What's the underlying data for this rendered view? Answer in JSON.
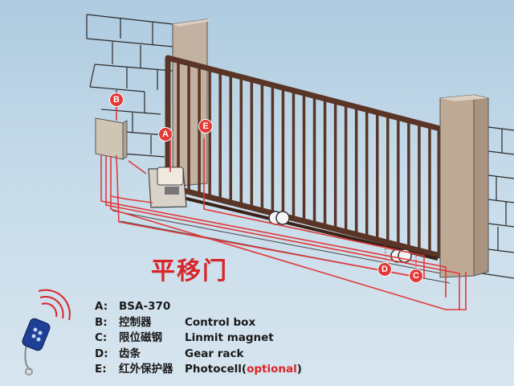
{
  "title": "平移门",
  "callouts": {
    "a": "A",
    "b": "B",
    "c": "C",
    "d": "D",
    "e": "E"
  },
  "legend": [
    {
      "key": "A:",
      "cn": "BSA-370",
      "en": ""
    },
    {
      "key": "B:",
      "cn": "控制器",
      "en": "Control  box"
    },
    {
      "key": "C:",
      "cn": "限位磁钢",
      "en": "Linmit  magnet"
    },
    {
      "key": "D:",
      "cn": "齿条",
      "en": "Gear  rack"
    },
    {
      "key": "E:",
      "cn": "红外保护器",
      "en": "Photocell(",
      "en_optional": "optional",
      "en_close": ")"
    }
  ],
  "colors": {
    "frame": "#5a3526",
    "wire": "#e0393a",
    "pillar": "#c9b8a6",
    "accent": "#d8252a"
  },
  "icons": [
    "remote-control-icon",
    "signal-waves-icon"
  ]
}
